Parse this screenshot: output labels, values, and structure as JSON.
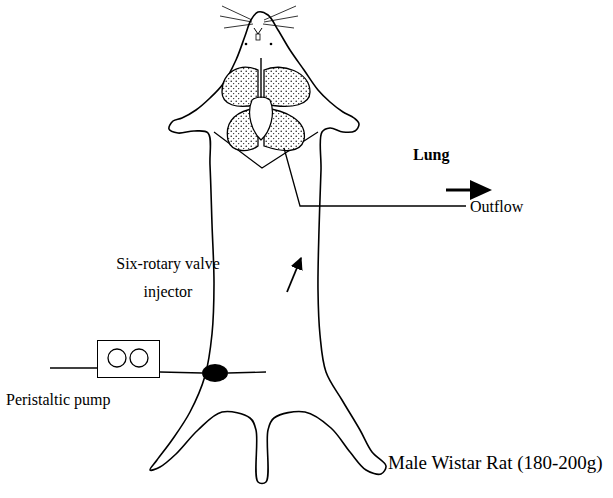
{
  "diagram": {
    "caption": "Male Wistar Rat (180-200g)",
    "nodes": [
      {
        "text": [
          "Peristaltic pump"
        ]
      }
    ],
    "labels": [
      "Six-rotary valve injector",
      "Lung",
      "Outflow"
    ]
  }
}
